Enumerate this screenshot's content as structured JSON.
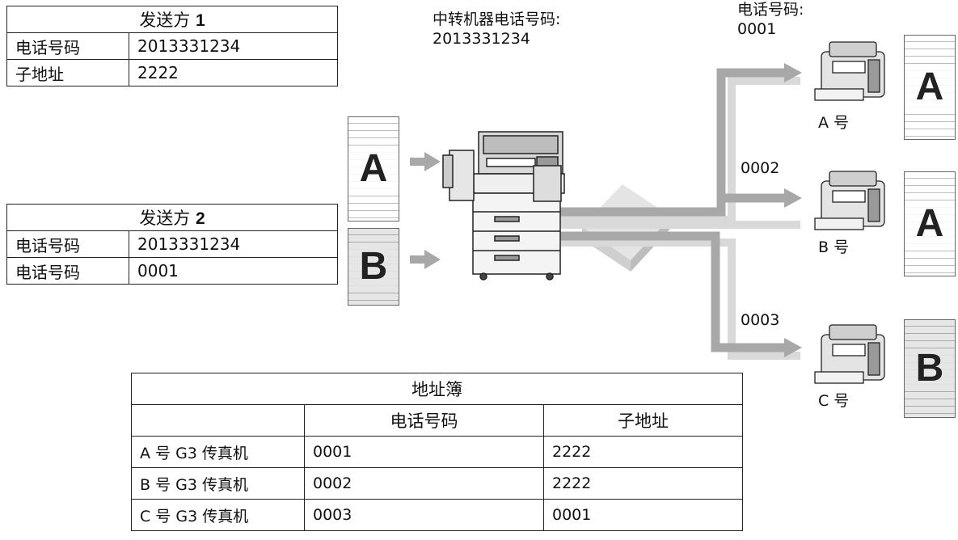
{
  "sender1": {
    "title_prefix": "发送方",
    "title_num": "1",
    "rows": [
      {
        "label": "电话号码",
        "value": "2013331234"
      },
      {
        "label": "子地址",
        "value": "2222"
      }
    ]
  },
  "sender2": {
    "title_prefix": "发送方",
    "title_num": "2",
    "rows": [
      {
        "label": "电话号码",
        "value": "2013331234"
      },
      {
        "label": "电话号码",
        "value": "0001"
      }
    ]
  },
  "relay": {
    "label_line1": "中转机器电话号码:",
    "label_line2": "2013331234"
  },
  "top_phone": {
    "label_line1": "电话号码:",
    "label_line2": "0001"
  },
  "route_numbers": [
    "0002",
    "0003"
  ],
  "documents": {
    "input1": "A",
    "input2": "B",
    "out_a": "A",
    "out_b": "A",
    "out_c": "B"
  },
  "receivers": [
    "A 号",
    "B 号",
    "C 号"
  ],
  "address_book": {
    "title": "地址簿",
    "headers": [
      "",
      "电话号码",
      "子地址"
    ],
    "rows": [
      [
        "A 号 G3 传真机",
        "0001",
        "2222"
      ],
      [
        "B 号 G3 传真机",
        "0002",
        "2222"
      ],
      [
        "C 号 G3 传真机",
        "0003",
        "0001"
      ]
    ]
  },
  "colors": {
    "arrow": "#a8a8a8",
    "arrow_light": "#d9d9d9",
    "line": "#222222"
  }
}
